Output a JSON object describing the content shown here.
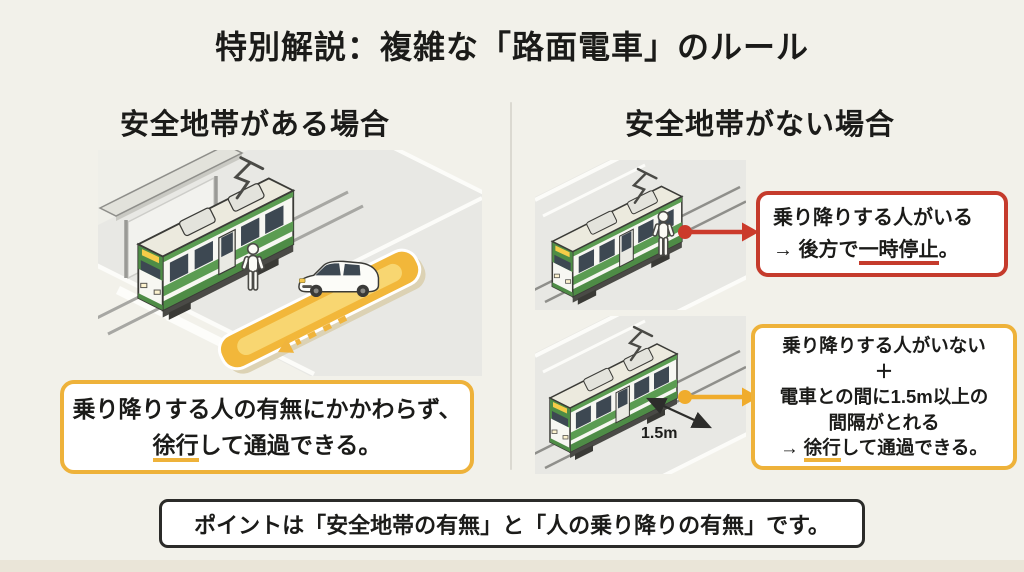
{
  "page": {
    "title": "特別解説：複雑な「路面電車」のルール",
    "background_color": "#f2f1ea",
    "accent_yellow": "#eeb23a",
    "accent_red": "#c53b2c",
    "tram_green": "#5b9c52"
  },
  "left_section": {
    "heading": "安全地帯がある場合",
    "note_box": {
      "line1": "乗り降りする人の有無にかかわらず、",
      "line2_highlight": "徐行",
      "line2_rest": "して通過できる。"
    }
  },
  "right_section": {
    "heading": "安全地帯がない場合",
    "stop_box": {
      "line1": "乗り降りする人がいる",
      "line2_pre": "→ 後方で",
      "line2_highlight": "一時停止",
      "line2_post": "。"
    },
    "pass_box": {
      "line1": "乗り降りする人がいない",
      "line2": "＋",
      "line3": "電車との間に1.5m以上の",
      "line4": "間隔がとれる",
      "line5_pre": "→ ",
      "line5_highlight": "徐行",
      "line5_post": "して通過できる。"
    },
    "gap_label": "1.5m"
  },
  "footer": {
    "text": "ポイントは「安全地帯の有無」と「人の乗り降りの有無」です。"
  }
}
